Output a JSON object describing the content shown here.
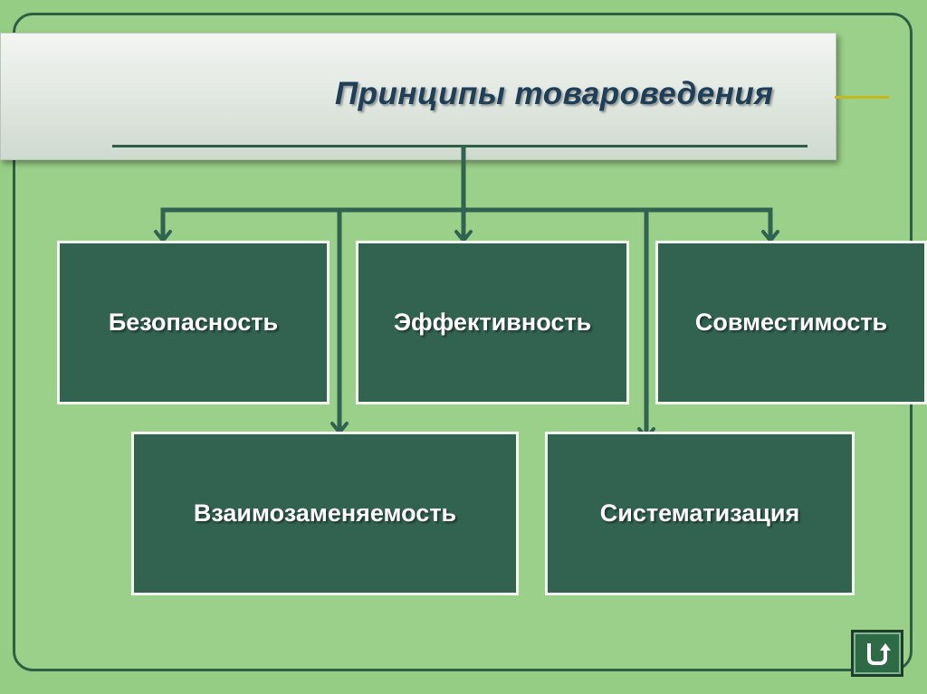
{
  "title": "Принципы товароведения",
  "nodes": {
    "n1": "Безопасность",
    "n2": "Эффективность",
    "n3": "Совместимость",
    "n4": "Взаимозаменяемость",
    "n5": "Систематизация"
  },
  "colors": {
    "background": "#96cd84",
    "node_fill": "#326350",
    "node_border": "#f2f5f0",
    "connector": "#326350",
    "title_text": "#1f3e57"
  },
  "nav": {
    "icon": "return-arrow-icon"
  }
}
